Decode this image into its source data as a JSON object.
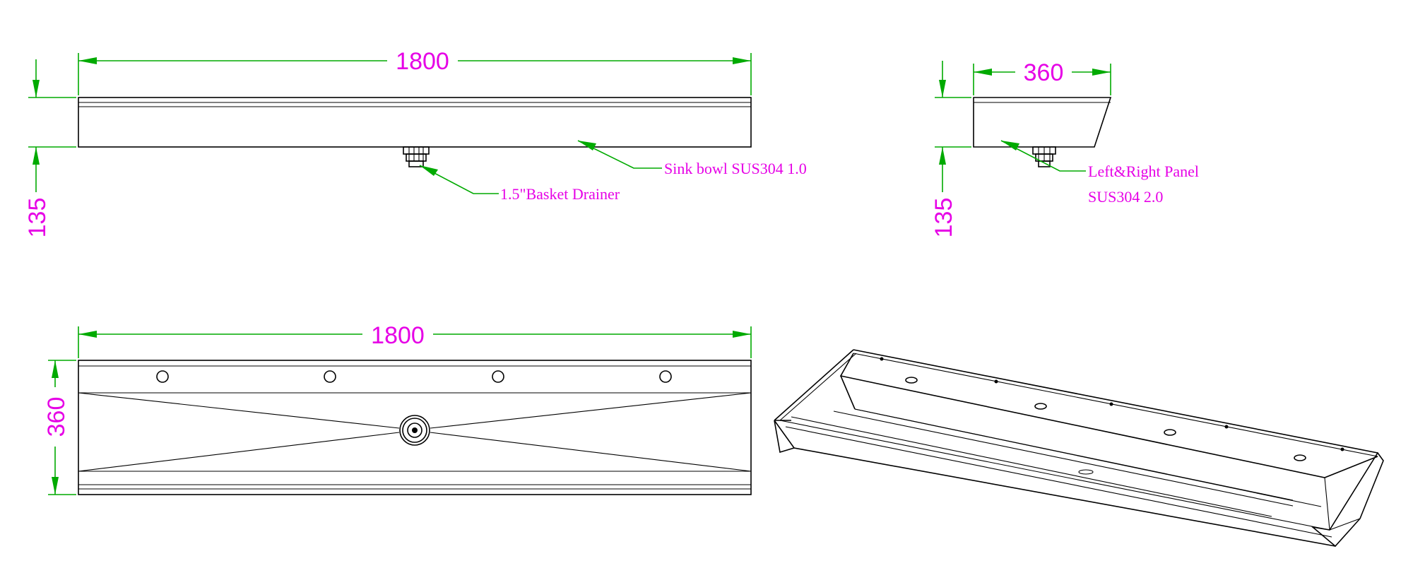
{
  "dimensions": {
    "front_length": "1800",
    "front_height": "135",
    "side_width": "360",
    "side_height": "135",
    "top_length": "1800",
    "top_depth": "360"
  },
  "notes": {
    "sink_bowl": "Sink bowl SUS304 1.0",
    "basket_drainer": "1.5\"Basket Drainer",
    "panel_line1": "Left&Right Panel",
    "panel_line2": "SUS304 2.0"
  },
  "colors": {
    "dimension_line": "#00aa00",
    "dimension_text": "#e600e6",
    "object_line": "#000000"
  }
}
